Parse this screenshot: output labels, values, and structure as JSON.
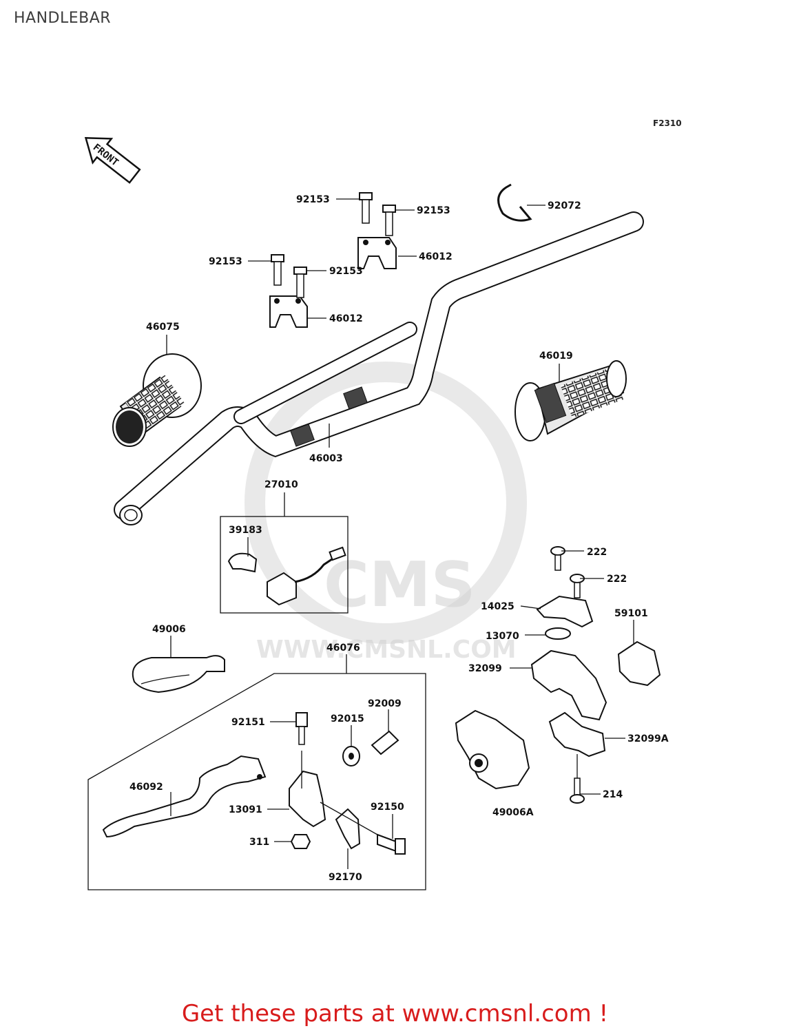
{
  "title": "HANDLEBAR",
  "figure_code": "F2310",
  "front_arrow_label": "FRONT",
  "watermark": {
    "brand": "CMS",
    "url": "WWW.CMSNL.COM"
  },
  "footer": "Get these parts at www.cmsnl.com !",
  "callouts": [
    {
      "id": "c92153a",
      "text": "92153"
    },
    {
      "id": "c92153b",
      "text": "92153"
    },
    {
      "id": "c92072",
      "text": "92072"
    },
    {
      "id": "c46012a",
      "text": "46012"
    },
    {
      "id": "c92153c",
      "text": "92153"
    },
    {
      "id": "c92153d",
      "text": "92153"
    },
    {
      "id": "c46012b",
      "text": "46012"
    },
    {
      "id": "c46075",
      "text": "46075"
    },
    {
      "id": "c46019",
      "text": "46019"
    },
    {
      "id": "c46003",
      "text": "46003"
    },
    {
      "id": "c27010",
      "text": "27010"
    },
    {
      "id": "c39183",
      "text": "39183"
    },
    {
      "id": "c222a",
      "text": "222"
    },
    {
      "id": "c222b",
      "text": "222"
    },
    {
      "id": "c14025",
      "text": "14025"
    },
    {
      "id": "c59101",
      "text": "59101"
    },
    {
      "id": "c13070",
      "text": "13070"
    },
    {
      "id": "c49006",
      "text": "49006"
    },
    {
      "id": "c46076",
      "text": "46076"
    },
    {
      "id": "c32099",
      "text": "32099"
    },
    {
      "id": "c92009",
      "text": "92009"
    },
    {
      "id": "c92151",
      "text": "92151"
    },
    {
      "id": "c92015",
      "text": "92015"
    },
    {
      "id": "c32099A",
      "text": "32099A"
    },
    {
      "id": "c46092",
      "text": "46092"
    },
    {
      "id": "c214",
      "text": "214"
    },
    {
      "id": "c13091",
      "text": "13091"
    },
    {
      "id": "c92150",
      "text": "92150"
    },
    {
      "id": "c49006A",
      "text": "49006A"
    },
    {
      "id": "c311",
      "text": "311"
    },
    {
      "id": "c92170",
      "text": "92170"
    }
  ]
}
